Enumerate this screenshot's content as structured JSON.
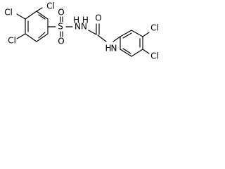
{
  "molecule": {
    "atoms": {
      "cl_top": "Cl",
      "cl_left_1": "Cl",
      "cl_left_2": "Cl",
      "sulfur": "S",
      "oxygen_1": "O",
      "oxygen_2": "O",
      "hydrazine": "NN",
      "hydrazine_hydrogens": "H H",
      "oxygen_carbonyl": "O",
      "amide_nitrogen": "N",
      "amide_hydrogen": "H",
      "cl_right_1": "Cl",
      "cl_right_2": "Cl"
    }
  }
}
